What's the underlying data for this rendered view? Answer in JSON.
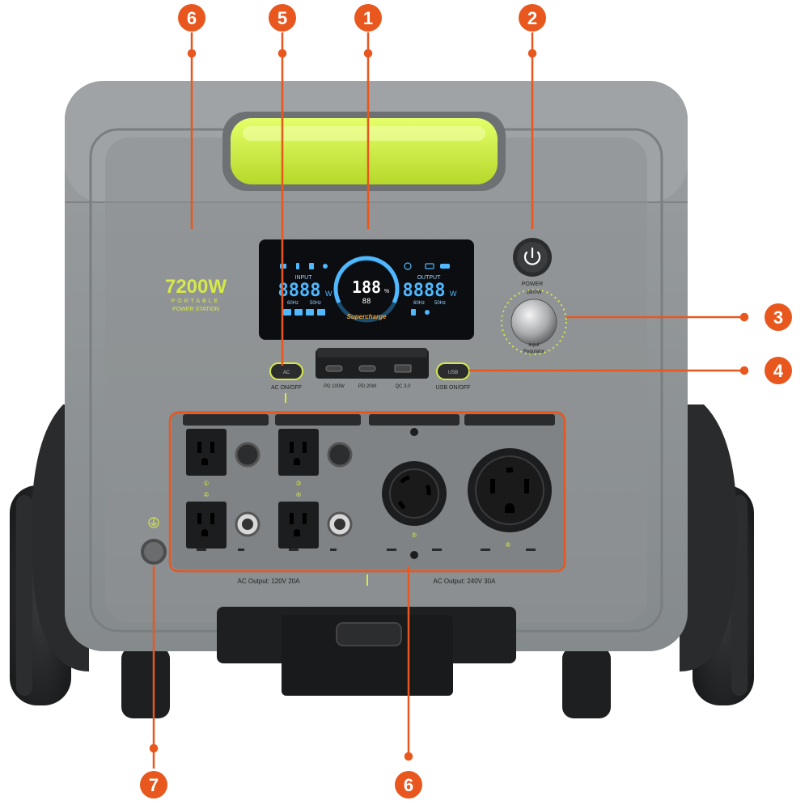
{
  "colors": {
    "callout": "#e8571e",
    "body": "#8e9294",
    "body_dark": "#6f7375",
    "panel": "#7f8385",
    "accent": "#c8e83a",
    "screen": "#0b0d10",
    "lcd": "#4fb8ff",
    "outlet": "#1c1d1f"
  },
  "callouts": [
    {
      "id": "1",
      "number": "1"
    },
    {
      "id": "2",
      "number": "2"
    },
    {
      "id": "3",
      "number": "3"
    },
    {
      "id": "4",
      "number": "4"
    },
    {
      "id": "5",
      "number": "5"
    },
    {
      "id": "6a",
      "number": "6"
    },
    {
      "id": "6b",
      "number": "6"
    },
    {
      "id": "7",
      "number": "7"
    }
  ],
  "brand": {
    "model": "7200W",
    "line1": "PORTABLE",
    "line2": "POWER STATION"
  },
  "display": {
    "input_label": "INPUT",
    "input_value": "8888",
    "input_unit": "W",
    "freq_a": "60Hz",
    "freq_b": "50Hz",
    "percent": "188",
    "percent_unit": "%",
    "time_value": "88",
    "supercharge": "Supercharge",
    "output_label": "OUTPUT",
    "output_value": "8888",
    "output_unit": "W",
    "out_freq_a": "60Hz",
    "out_freq_b": "50Hz"
  },
  "power_label": "POWER",
  "regulator": {
    "top": "1800W",
    "label1": "Input",
    "label2": "Regulator"
  },
  "ports": {
    "ac_switch_text": "AC",
    "ac_switch_label": "AC ON/OFF",
    "usb_switch_text": "USB",
    "usb_switch_label": "USB ON/OFF",
    "pd100": "PD 100W",
    "pd20": "PD 20W",
    "qc": "QC 3.0"
  },
  "outlets": {
    "n1": "①",
    "n2": "②",
    "n3": "③",
    "n4": "④",
    "n5": "⑤",
    "n6": "⑥",
    "ac120_label": "AC Output: 120V 20A",
    "ac240_label": "AC Output: 240V 30A"
  }
}
